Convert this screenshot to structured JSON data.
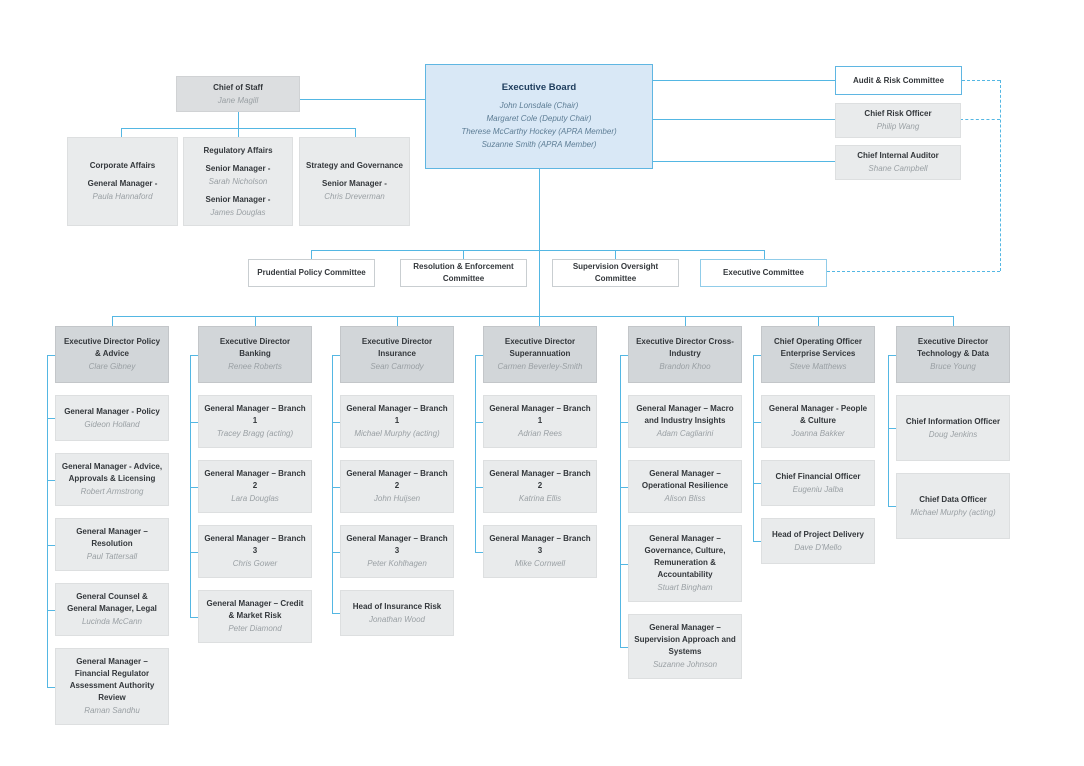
{
  "palette": {
    "line": "#54b7e3",
    "board_fill": "#d9e8f6",
    "board_border": "#5fb6e2",
    "board_title_text": "#1d3c5c",
    "board_member_text": "#5d7d95",
    "chief_of_staff_fill": "#dcdee0",
    "head_fill": "#d2d6d9",
    "sub_fill": "#e9ebec",
    "committee_border": "#c9ced1",
    "title_text": "#33373b",
    "name_text": "#9aa0a4"
  },
  "board": {
    "title": "Executive Board",
    "members": [
      "John Lonsdale (Chair)",
      "Margaret Cole (Deputy Chair)",
      "Therese McCarthy Hockey (APRA Member)",
      "Suzanne Smith (APRA Member)"
    ]
  },
  "chief_of_staff": {
    "title": "Chief of Staff",
    "name": "Jane Magill"
  },
  "staff_units": [
    {
      "segments": [
        {
          "bold": "Corporate Affairs"
        },
        {
          "bold": "General Manager -",
          "name": "Paula Hannaford"
        }
      ]
    },
    {
      "segments": [
        {
          "bold": "Regulatory Affairs"
        },
        {
          "bold": "Senior Manager -",
          "name": "Sarah Nicholson"
        },
        {
          "bold": "Senior Manager -",
          "name": "James Douglas"
        }
      ]
    },
    {
      "segments": [
        {
          "bold": "Strategy and Governance"
        },
        {
          "bold": "Senior Manager -",
          "name": "Chris Dreverman"
        }
      ]
    }
  ],
  "oversight_units": [
    {
      "title": "Audit & Risk Committee",
      "variant": "outline"
    },
    {
      "title": "Chief Risk Officer",
      "name": "Philip Wang",
      "variant": "gray"
    },
    {
      "title": "Chief Internal Auditor",
      "name": "Shane Campbell",
      "variant": "gray"
    }
  ],
  "committees": [
    {
      "title": "Prudential Policy Committee"
    },
    {
      "title": "Resolution & Enforcement Committee"
    },
    {
      "title": "Supervision Oversight Committee"
    },
    {
      "title": "Executive Committee"
    }
  ],
  "divisions": [
    {
      "head": {
        "title": "Executive Director Policy & Advice",
        "name": "Clare Gibney"
      },
      "reports": [
        {
          "title": "General Manager - Policy",
          "name": "Gideon Holland"
        },
        {
          "title": "General Manager - Advice, Approvals & Licensing",
          "name": "Robert Armstrong"
        },
        {
          "title": "General Manager – Resolution",
          "name": "Paul Tattersall"
        },
        {
          "title": "General Counsel & General Manager, Legal",
          "name": "Lucinda McCann"
        },
        {
          "title": "General Manager – Financial Regulator Assessment Authority Review",
          "name": "Raman Sandhu"
        }
      ]
    },
    {
      "head": {
        "title": "Executive Director Banking",
        "name": "Renee Roberts"
      },
      "reports": [
        {
          "title": "General Manager – Branch 1",
          "name": "Tracey Bragg (acting)"
        },
        {
          "title": "General Manager – Branch 2",
          "name": "Lara Douglas"
        },
        {
          "title": "General Manager – Branch 3",
          "name": "Chris Gower"
        },
        {
          "title": "General Manager – Credit & Market Risk",
          "name": "Peter Diamond"
        }
      ]
    },
    {
      "head": {
        "title": "Executive Director Insurance",
        "name": "Sean Carmody"
      },
      "reports": [
        {
          "title": "General Manager – Branch 1",
          "name": "Michael Murphy (acting)"
        },
        {
          "title": "General Manager – Branch 2",
          "name": "John Huijsen"
        },
        {
          "title": "General Manager – Branch 3",
          "name": "Peter Kohlhagen"
        },
        {
          "title": "Head of Insurance Risk",
          "name": "Jonathan Wood"
        }
      ]
    },
    {
      "head": {
        "title": "Executive Director Superannuation",
        "name": "Carmen Beverley-Smith"
      },
      "reports": [
        {
          "title": "General Manager – Branch 1",
          "name": "Adrian Rees"
        },
        {
          "title": "General Manager – Branch 2",
          "name": "Katrina Ellis"
        },
        {
          "title": "General Manager – Branch 3",
          "name": "Mike Cornwell"
        }
      ]
    },
    {
      "head": {
        "title": "Executive Director Cross-Industry",
        "name": "Brandon Khoo"
      },
      "reports": [
        {
          "title": "General Manager – Macro and Industry Insights",
          "name": "Adam Cagliarini"
        },
        {
          "title": "General Manager – Operational Resilience",
          "name": "Alison Bliss"
        },
        {
          "title": "General Manager – Governance, Culture, Remuneration & Accountability",
          "name": "Stuart Bingham"
        },
        {
          "title": "General Manager – Supervision Approach and Systems",
          "name": "Suzanne Johnson"
        }
      ]
    },
    {
      "head": {
        "title": "Chief Operating Officer Enterprise Services",
        "name": "Steve Matthews"
      },
      "reports": [
        {
          "title": "General Manager - People & Culture",
          "name": "Joanna Bakker"
        },
        {
          "title": "Chief Financial Officer",
          "name": "Eugeniu Jalba"
        },
        {
          "title": "Head of Project Delivery",
          "name": "Dave D'Mello"
        }
      ]
    },
    {
      "head": {
        "title": "Executive Director Technology & Data",
        "name": "Bruce Young"
      },
      "reports": [
        {
          "title": "Chief Information Officer",
          "name": "Doug Jenkins"
        },
        {
          "title": "Chief Data Officer",
          "name": "Michael Murphy (acting)"
        }
      ]
    }
  ]
}
